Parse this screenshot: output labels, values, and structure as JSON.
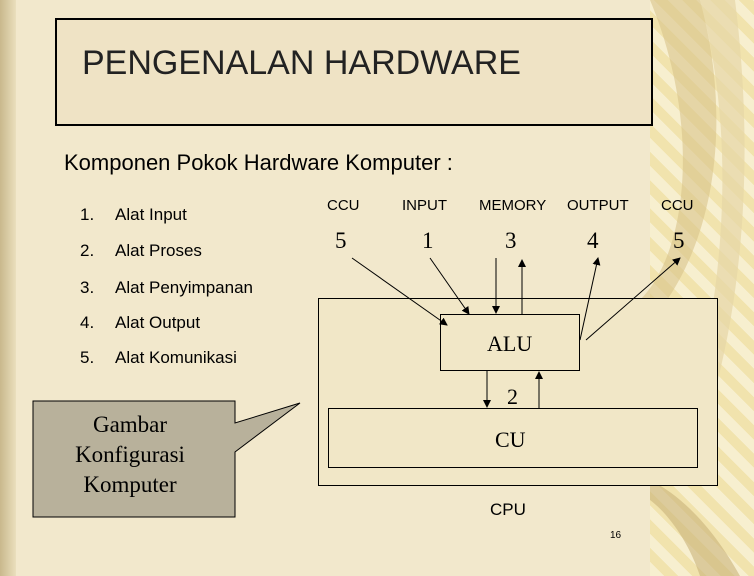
{
  "title": "PENGENALAN HARDWARE",
  "subtitle": "Komponen Pokok Hardware Komputer :",
  "list": [
    {
      "num": "1.",
      "label": "Alat Input"
    },
    {
      "num": "2.",
      "label": "Alat Proses"
    },
    {
      "num": "3.",
      "label": "Alat Penyimpanan"
    },
    {
      "num": "4.",
      "label": "Alat Output"
    },
    {
      "num": "5.",
      "label": "Alat Komunikasi"
    }
  ],
  "diagram": {
    "headers": [
      "CCU",
      "INPUT",
      "MEMORY",
      "OUTPUT",
      "CCU"
    ],
    "numbers": [
      "5",
      "1",
      "3",
      "4",
      "5"
    ],
    "alu": "ALU",
    "link_number": "2",
    "cu": "CU",
    "cpu": "CPU"
  },
  "callout": {
    "lines": [
      "Gambar",
      "Konfigurasi",
      "Komputer"
    ]
  },
  "page_number": "16",
  "colors": {
    "background": "#f2e8cc",
    "border": "#000000"
  }
}
